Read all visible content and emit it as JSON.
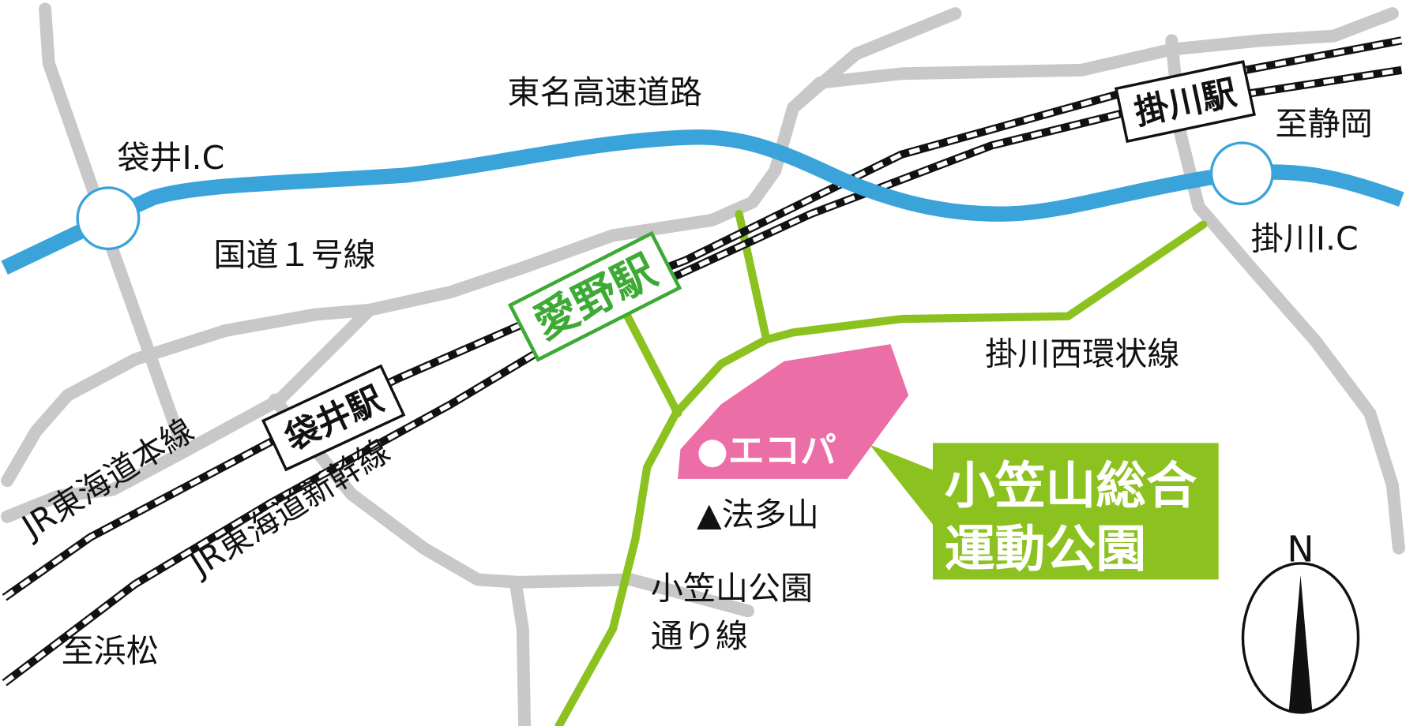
{
  "colors": {
    "expressway": "#3aa3da",
    "road": "#c8c8c8",
    "local_road": "#8cc21f",
    "venue": "#ec6ea6",
    "callout": "#8cc21f",
    "station_green": "#3daa35"
  },
  "labels": {
    "expressway": "東名高速道路",
    "fukuroi_ic": "袋井I.C",
    "kakegawa_ic": "掛川I.C",
    "route1": "国道１号線",
    "kakegawa_west": "掛川西環状線",
    "to_shizuoka": "至静岡",
    "to_hamamatsu": "至浜松",
    "jr_main": "JR東海道本線",
    "jr_shinkansen": "JR東海道新幹線",
    "hattasan": "▲法多山",
    "ogasa_road_1": "小笠山公園",
    "ogasa_road_2": "通り線",
    "north": "N"
  },
  "stations": {
    "fukuroi": "袋井駅",
    "aino": "愛野駅",
    "kakegawa": "掛川駅"
  },
  "venue": {
    "name": "●エコパ"
  },
  "callout": {
    "line1": "小笠山総合",
    "line2": "運動公園"
  }
}
